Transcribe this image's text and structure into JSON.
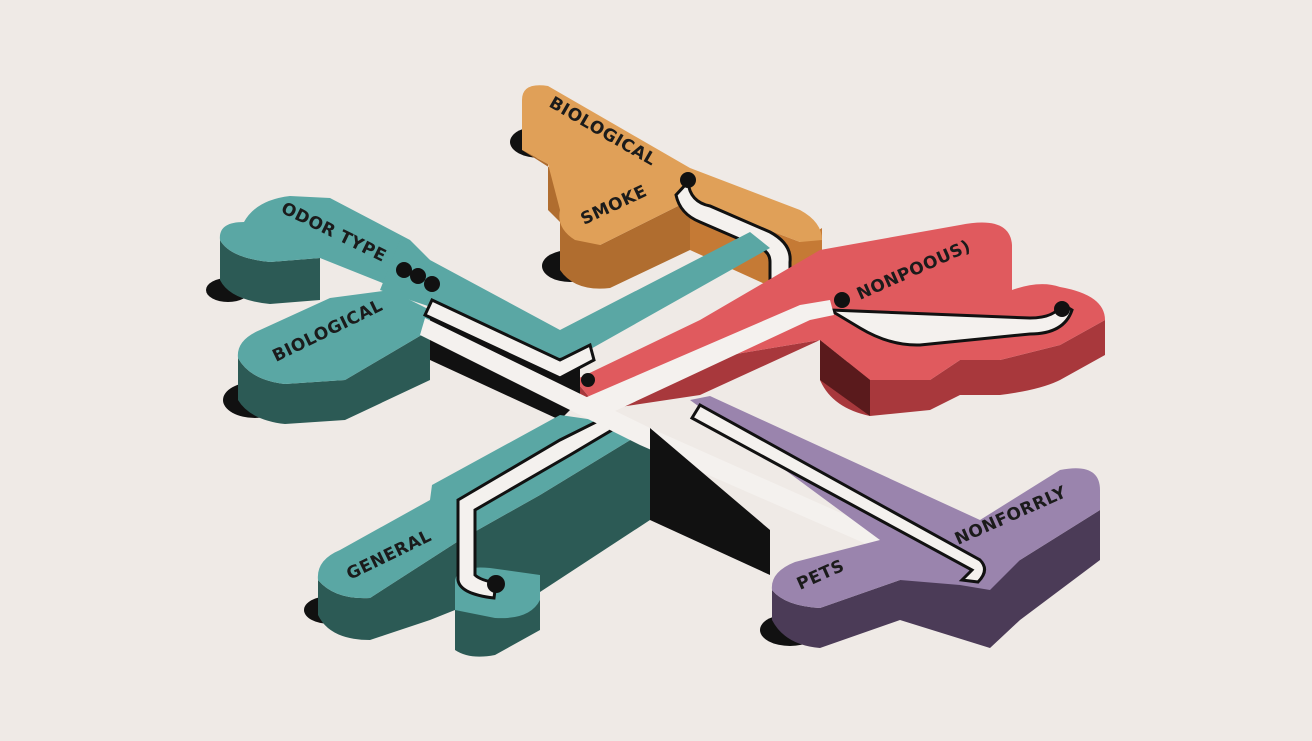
{
  "diagram": {
    "labels": {
      "odor_type": "ODOR TYPE",
      "biological_teal": "BIOLOGICAL",
      "biological_orange": "BIOLOGICAL",
      "smoke": "SMOKE",
      "nonpoisonous": "NONPOOUS)",
      "general": "GENERAL",
      "pets": "PETS",
      "nonforrly": "NONFORRLY"
    },
    "colors": {
      "background": "#efeae6",
      "teal_top": "#5aa7a4",
      "teal_side": "#2c5a55",
      "orange_top": "#e0a058",
      "orange_side": "#b06d2f",
      "red_top": "#e05a5e",
      "red_side": "#a8383c",
      "purple_top": "#9a84ad",
      "purple_side": "#4b3b57",
      "channel": "#f4f1ee",
      "shadow": "#111111"
    }
  }
}
